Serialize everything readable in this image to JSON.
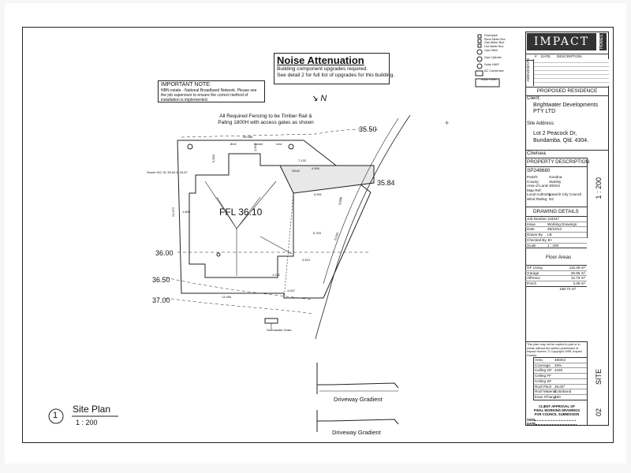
{
  "notice": {
    "title": "Noise Attenuation",
    "line1": "Building component upgrades required.",
    "line2": "See detail 2 for full list of upgrades for this building."
  },
  "important_note": {
    "title": "IMPORTANT NOTE:",
    "text": "NBN estate - National Broadband Network. Please see the job supervisor to ensure the correct method of installation is implemented."
  },
  "fencing_note": {
    "line1": "All Required Fencing to be Timber Rail &",
    "line2": "Paling 1800H with access gates as shown"
  },
  "plan": {
    "ffl": "FFL 36.10",
    "contours": [
      "35.50",
      "35.84",
      "36.00",
      "36.50",
      "37.00"
    ],
    "dims": [
      "25.086",
      "13.450",
      "21.672",
      "4,900",
      "9,800",
      "5,991",
      "6,763",
      "7,132",
      "4,510",
      "4,547",
      "6,043",
      "1,800",
      "6,600",
      "2,829",
      "1,220"
    ],
    "labels": {
      "sewer": "Sewer HIC\nSL 35.64\nIL 34.57",
      "stormwater": "Stormwater\nGrate",
      "area8": "8m2",
      "area33": "33m2",
      "sewer_line": "Sewer",
      "line": "Line"
    }
  },
  "site_plan": {
    "number": "1",
    "title": "Site Plan",
    "scale": "1 : 200"
  },
  "driveway": {
    "label1": "Driveway Gradient",
    "label2": "Driveway Gradient"
  },
  "legend": [
    "Downpipe",
    "Elect Meter Box",
    "Gas Meter Box",
    "Hot Water Box",
    "Gas HWS",
    "Gas Cylinder",
    "Solar HWS",
    "AC Condenser",
    "Solar Panel"
  ],
  "title_block": {
    "company": "IMPACT",
    "company_side": "HOMES",
    "rev_headers": [
      "#",
      "DATE",
      "DESCRIPTION"
    ],
    "amendments": "AMENDMENTS",
    "project": "PROPOSED RESIDENCE",
    "client_label": "Client:",
    "client_name": "Brightwater Developments PTY LTD",
    "site_label": "Site Address:",
    "site_address_1": "Lot 2 Peacock Dr,",
    "site_address_2": "Bundamba. Qld. 4304.",
    "design": "Chelsea",
    "property_header": "PROPERTY DESCRIPTION",
    "plan_ref": "SP248680",
    "property": [
      {
        "k": "Parish:",
        "v": "Goodna"
      },
      {
        "k": "County:",
        "v": "Stanley"
      },
      {
        "k": "Area of Land:",
        "v": "460m2"
      },
      {
        "k": "Map Ref:",
        "v": ""
      },
      {
        "k": "Local Authority:",
        "v": "Ipswich City Council"
      },
      {
        "k": "Wind Rating:",
        "v": "N2"
      }
    ],
    "scale_side": "1 : 200",
    "drawing_header": "DRAWING DETAILS",
    "drawing": [
      {
        "k": "Job Number",
        "v": "119347"
      },
      {
        "k": "Issue",
        "v": "Working Drawings"
      },
      {
        "k": "Date",
        "v": "29/10/13"
      },
      {
        "k": "Drawn By",
        "v": "LB"
      },
      {
        "k": "Checked By",
        "v": "JH"
      },
      {
        "k": "Scale",
        "v": "1 : 200"
      }
    ],
    "floor_header": "Floor Areas",
    "floor": [
      {
        "k": "GF Living",
        "v": "116.29 m²"
      },
      {
        "k": "Garage",
        "v": "25.65 m²"
      },
      {
        "k": "Alfresco",
        "v": "12.73 m²"
      },
      {
        "k": "Porch",
        "v": "3.09 m²"
      }
    ],
    "floor_total": "158.74 m²",
    "copyright": "This plan may not be copied in part or in whole without the written permission of Impact Homes. © Copyright 1998. Impact Homes.",
    "site_details": [
      {
        "k": "Area",
        "v": "460m2"
      },
      {
        "k": "Coverage",
        "v": "33%"
      },
      {
        "k": "Ceiling GF",
        "v": "2440"
      },
      {
        "k": "Ceiling FF",
        "v": ""
      },
      {
        "k": "Ceiling SF",
        "v": ""
      },
      {
        "k": "Roof Pitch",
        "v": "25.00°"
      },
      {
        "k": "Roof Material",
        "v": "Colorbond"
      },
      {
        "k": "Eave O'hang",
        "v": "450"
      }
    ],
    "side_label": "SITE",
    "sheet_no": "02",
    "approval_1": "CLIENT APPROVAL OF",
    "approval_2": "FINAL WORKING DRAWINGS",
    "approval_3": "FOR COUNCIL SUBMISSION",
    "sign": "SIGN",
    "date": "DATE"
  },
  "colors": {
    "line": "#222222",
    "paper": "#ffffff"
  }
}
